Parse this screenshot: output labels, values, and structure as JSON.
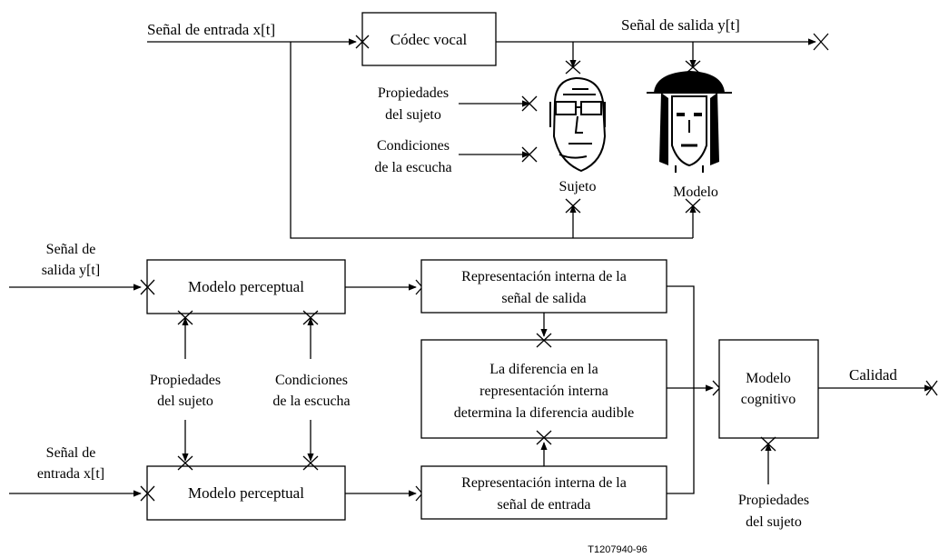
{
  "top": {
    "input_signal": "Señal de entrada x[t]",
    "codec": "Códec vocal",
    "output_signal": "Señal de salida y[t]",
    "subject_props": [
      "Propiedades",
      "del sujeto"
    ],
    "listen_conditions": [
      "Condiciones",
      "de la escucha"
    ],
    "subject": "Sujeto",
    "model": "Modelo"
  },
  "bottom": {
    "output_in": [
      "Señal de",
      "salida y[t]"
    ],
    "input_in": [
      "Señal de",
      "entrada x[t]"
    ],
    "perceptual_top": "Modelo perceptual",
    "perceptual_bottom": "Modelo perceptual",
    "subject_props": [
      "Propiedades",
      "del sujeto"
    ],
    "listen_conditions": [
      "Condiciones",
      "de la escucha"
    ],
    "rep_output": [
      "Representación interna de la",
      "señal de salida"
    ],
    "difference": [
      "La diferencia en la",
      "representación interna",
      "determina la diferencia audible"
    ],
    "rep_input": [
      "Representación interna de la",
      "señal de entrada"
    ],
    "cognitive": [
      "Modelo",
      "cognitivo"
    ],
    "quality": "Calidad",
    "cognitive_props": [
      "Propiedades",
      "del sujeto"
    ]
  },
  "figure_code": "T1207940-96",
  "colors": {
    "stroke": "#000000",
    "background": "#ffffff"
  }
}
